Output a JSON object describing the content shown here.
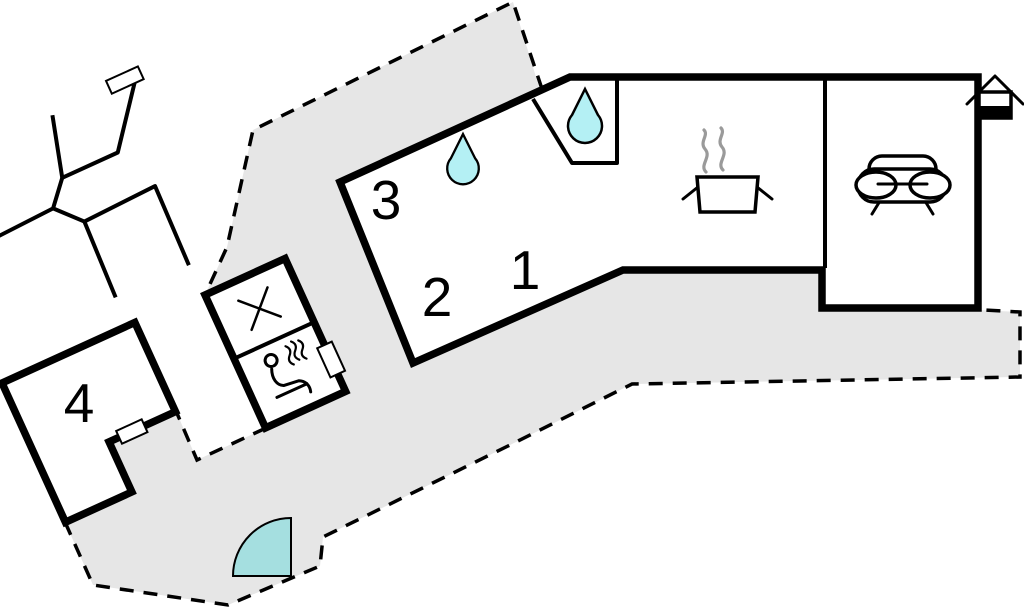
{
  "plan": {
    "type": "vacation-home-floor-plan",
    "rooms": [
      {
        "id": "room-1",
        "label": "1"
      },
      {
        "id": "room-2",
        "label": "2"
      },
      {
        "id": "room-3",
        "label": "3"
      },
      {
        "id": "room-4",
        "label": "4"
      }
    ],
    "features": [
      "bathroom-water-drop",
      "bathroom-water-drop-2",
      "kitchen-pot",
      "sofa",
      "sauna-person",
      "cross-utility-room",
      "outdoor-pool-quarter-circle",
      "house-gable-marker",
      "terrace-dashed-boundary",
      "window",
      "door",
      "door-2"
    ]
  },
  "colors": {
    "wall": "#000000",
    "floor": "#ffffff",
    "bg": "#ffffff",
    "terrace": "#e6e6e6",
    "water": "#b4f0f4",
    "pool": "#a5dfe0",
    "steam": "#9a9a9a"
  }
}
